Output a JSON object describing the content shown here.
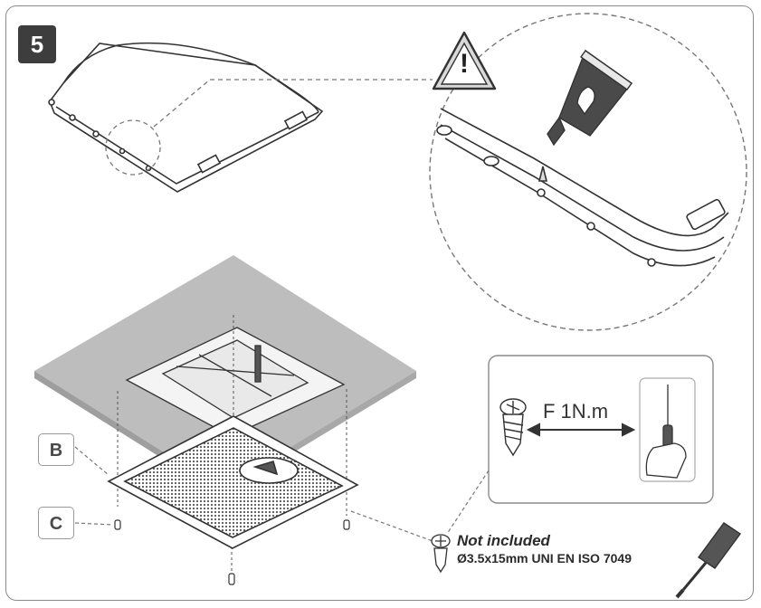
{
  "step": {
    "number": "5"
  },
  "labels": {
    "b": "B",
    "c": "C"
  },
  "warning": {
    "symbol": "!"
  },
  "torque": {
    "text": "F 1N.m"
  },
  "screw_note": {
    "title": "Not included",
    "spec": "Ø3.5x15mm UNI EN ISO 7049"
  },
  "icons": [
    "warning-triangle-icon",
    "sealant-tube-icon",
    "screw-icon",
    "screwdriver-icon",
    "hand-screwdriver-icon"
  ],
  "colors": {
    "frame": "#8a8a8a",
    "badge": "#3d3d3d",
    "ceiling": "#bdbdbd",
    "line": "#333333"
  }
}
